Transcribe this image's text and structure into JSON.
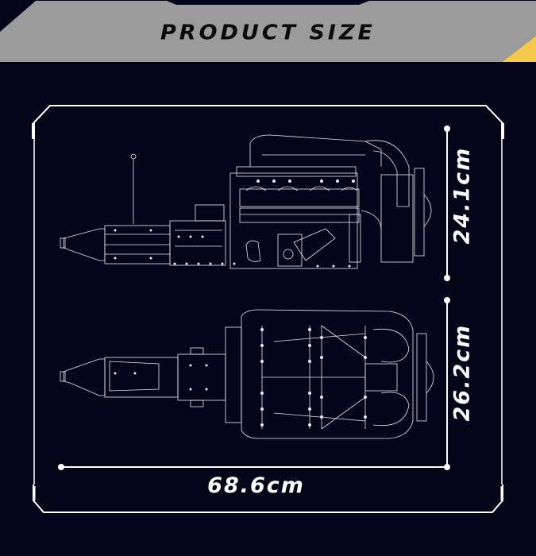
{
  "header": {
    "title": "PRODUCT SIZE",
    "banner_color": "#9b9b9b",
    "accent_color": "#f2c94c"
  },
  "background_color": "#05051a",
  "line_color": "#ffffff",
  "dimensions": {
    "height_side_view": "24.1cm",
    "width_top_view": "26.2cm",
    "length": "68.6cm"
  },
  "illustrations": [
    {
      "view": "side-view",
      "subject": "engine-with-transmission-blueprint"
    },
    {
      "view": "top-view",
      "subject": "engine-with-transmission-blueprint"
    }
  ]
}
